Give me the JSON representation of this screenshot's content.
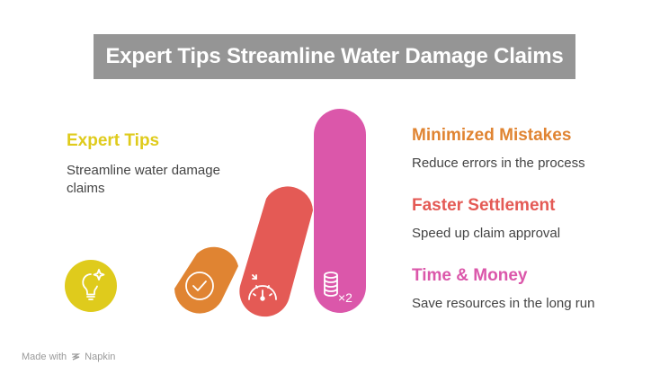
{
  "title": "Expert Tips Streamline Water Damage Claims",
  "colors": {
    "title_bg": "#959595",
    "yellow": "#DFCB1C",
    "orange": "#E08432",
    "red": "#E45A55",
    "pink": "#DB57AA",
    "text": "#444444"
  },
  "left": {
    "heading": "Expert Tips",
    "description_line1": "Streamline water damage",
    "description_line2": "claims",
    "icon": "lightbulb-sparkle-icon"
  },
  "right": [
    {
      "heading": "Minimized Mistakes",
      "description": "Reduce errors in the process",
      "icon": "check-circle-icon"
    },
    {
      "heading": "Faster Settlement",
      "description": "Speed up claim approval",
      "icon": "speedometer-icon"
    },
    {
      "heading": "Time & Money",
      "description": "Save resources in the long run",
      "icon": "coins-x2-icon"
    }
  ],
  "coin_multiplier": "×2",
  "footer": {
    "made_with": "Made with",
    "brand": "Napkin"
  }
}
